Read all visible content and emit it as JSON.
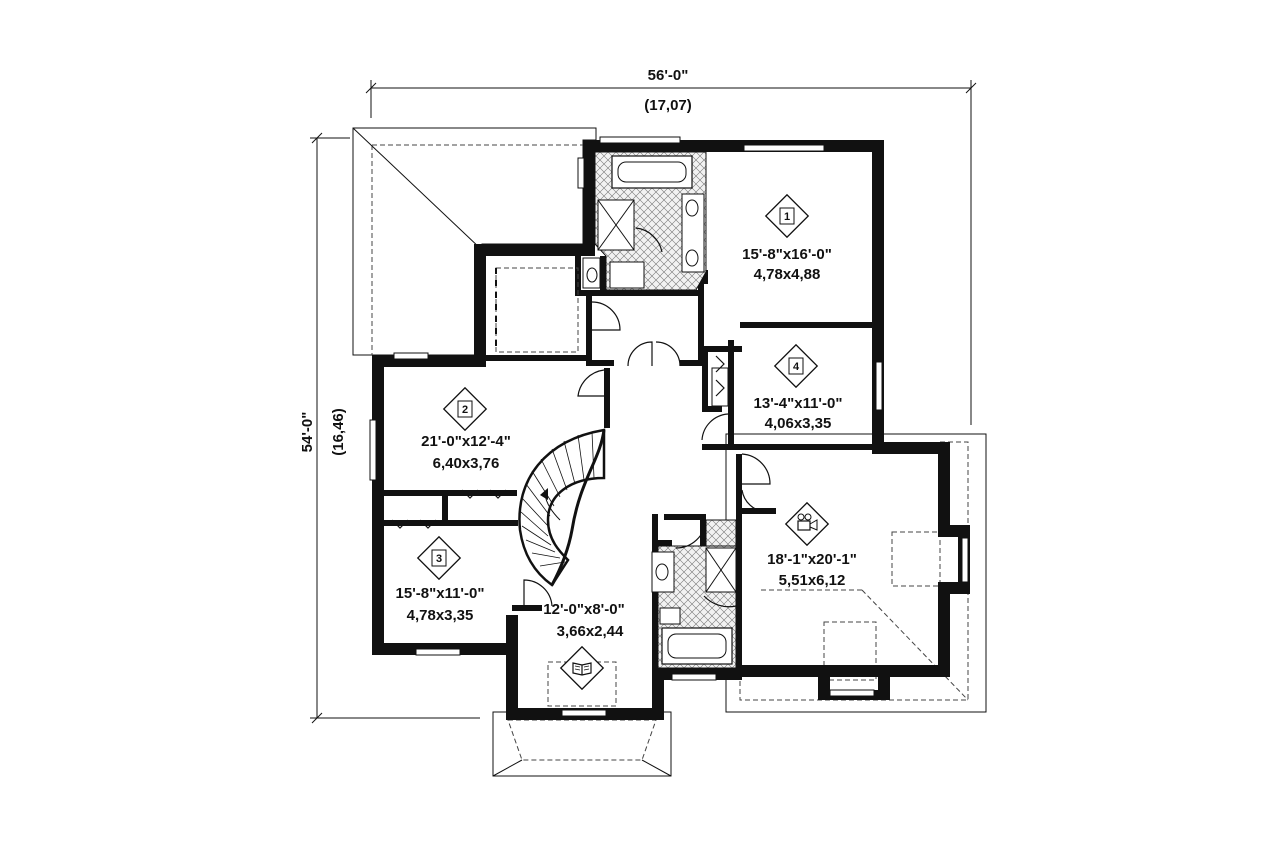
{
  "dimensions": {
    "width_imperial": "56'-0\"",
    "width_metric": "(17,07)",
    "depth_imperial": "54'-0\"",
    "depth_metric": "(16,46)"
  },
  "rooms": [
    {
      "id": "bedroom-1",
      "badge": "1",
      "size_imperial": "15'-8\"x16'-0\"",
      "size_metric": "4,78x4,88"
    },
    {
      "id": "bedroom-2",
      "badge": "2",
      "size_imperial": "21'-0\"x12'-4\"",
      "size_metric": "6,40x3,76"
    },
    {
      "id": "bedroom-3",
      "badge": "3",
      "size_imperial": "15'-8\"x11'-0\"",
      "size_metric": "4,78x3,35"
    },
    {
      "id": "bedroom-4",
      "badge": "4",
      "size_imperial": "13'-4\"x11'-0\"",
      "size_metric": "4,06x3,35"
    },
    {
      "id": "home-theater",
      "badge_icon": "projector-icon",
      "size_imperial": "18'-1\"x20'-1\"",
      "size_metric": "5,51x6,12"
    },
    {
      "id": "library",
      "badge_icon": "open-book-icon",
      "size_imperial": "12'-0\"x8'-0\"",
      "size_metric": "3,66x2,44"
    }
  ]
}
